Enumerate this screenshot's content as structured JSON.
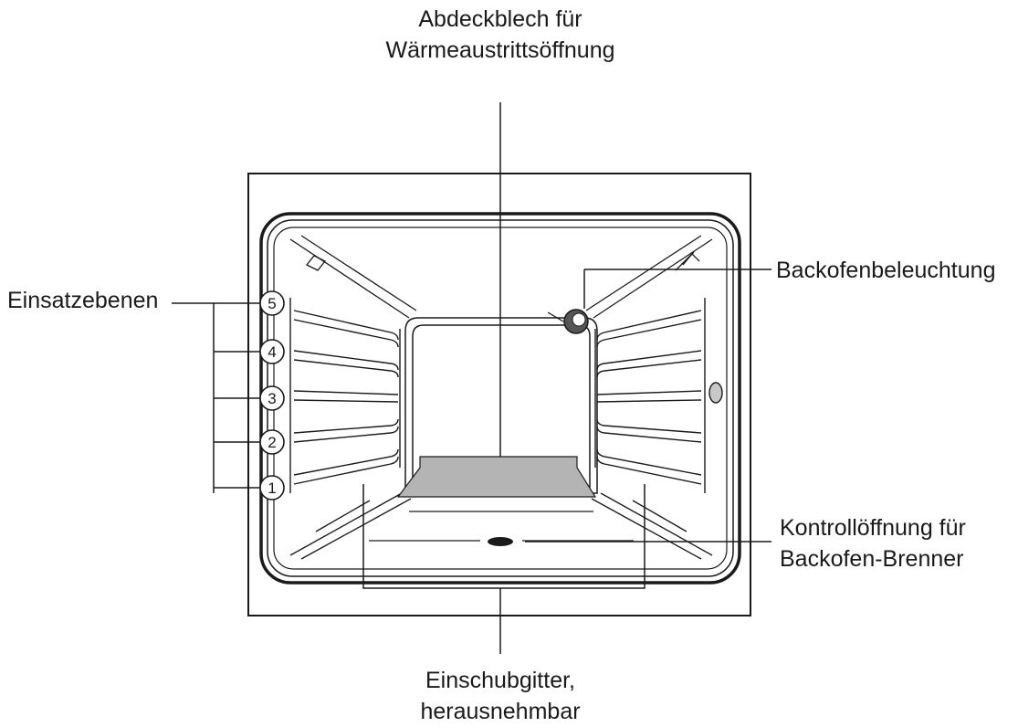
{
  "labels": {
    "heat_cover_line1": "Abdeckblech für",
    "heat_cover_line2": "Wärmeaustrittsöffnung",
    "oven_light": "Backofenbeleuchtung",
    "rack_levels": "Einsatzebenen",
    "burner_inspection_line1": "Kontrollöffnung für",
    "burner_inspection_line2": "Backofen-Brenner",
    "rack_line1": "Einschubgitter,",
    "rack_line2": "herausnehmbar"
  },
  "levels": [
    "5",
    "4",
    "3",
    "2",
    "1"
  ],
  "colors": {
    "line": "#1a1a1a",
    "cover_plate": "#b4b4b4",
    "background": "#ffffff"
  }
}
